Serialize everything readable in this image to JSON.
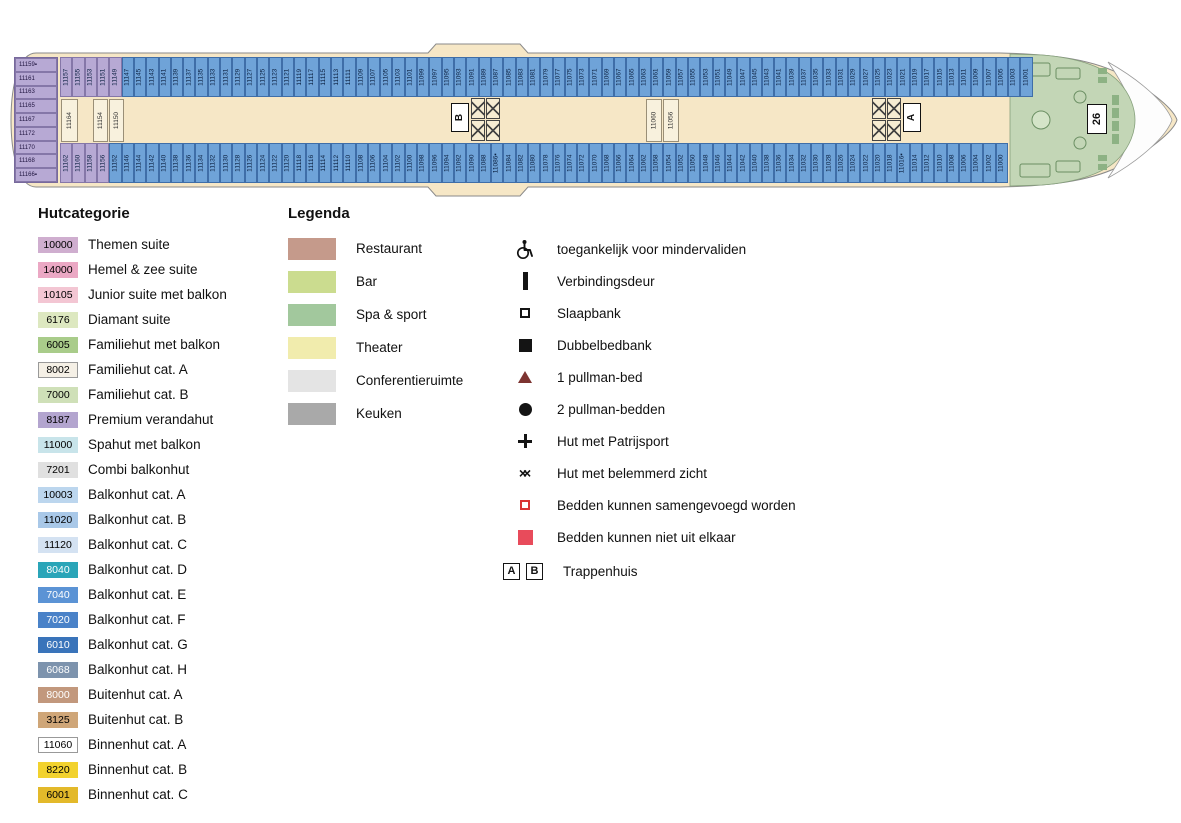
{
  "deck": {
    "stairwell_a": "A",
    "stairwell_b": "B",
    "bow_box_label": "26",
    "marked_cabins": [
      "11159",
      "11166",
      "11086",
      "11016"
    ],
    "cabins_stern": [
      "11159",
      "11161",
      "11163",
      "11165",
      "11167",
      "11172",
      "11170",
      "11168",
      "11166"
    ],
    "interior": [
      "11164",
      "11154",
      "11150",
      "11060",
      "11056"
    ],
    "cabins_top": [
      "11157",
      "11155",
      "11153",
      "11151",
      "11149",
      "11147",
      "11145",
      "11143",
      "11141",
      "11139",
      "11137",
      "11135",
      "11133",
      "11131",
      "11129",
      "11127",
      "11125",
      "11123",
      "11121",
      "11119",
      "11117",
      "11115",
      "11113",
      "11111",
      "11109",
      "11107",
      "11105",
      "11103",
      "11101",
      "11099",
      "11097",
      "11095",
      "11093",
      "11091",
      "11089",
      "11087",
      "11085",
      "11083",
      "11081",
      "11079",
      "11077",
      "11075",
      "11073",
      "11071",
      "11069",
      "11067",
      "11065",
      "11063",
      "11061",
      "11059",
      "11057",
      "11055",
      "11053",
      "11051",
      "11049",
      "11047",
      "11045",
      "11043",
      "11041",
      "11039",
      "11037",
      "11035",
      "11033",
      "11031",
      "11029",
      "11027",
      "11025",
      "11023",
      "11021",
      "11019",
      "11017",
      "11015",
      "11013",
      "11011",
      "11009",
      "11007",
      "11005",
      "11003",
      "11001"
    ],
    "cabins_bottom": [
      "11162",
      "11160",
      "11158",
      "11156",
      "11152",
      "11146",
      "11144",
      "11142",
      "11140",
      "11138",
      "11136",
      "11134",
      "11132",
      "11130",
      "11128",
      "11126",
      "11124",
      "11122",
      "11120",
      "11118",
      "11116",
      "11114",
      "11112",
      "11110",
      "11108",
      "11106",
      "11104",
      "11102",
      "11100",
      "11098",
      "11096",
      "11094",
      "11092",
      "11090",
      "11088",
      "11086",
      "11084",
      "11082",
      "11080",
      "11078",
      "11076",
      "11074",
      "11072",
      "11070",
      "11068",
      "11066",
      "11064",
      "11062",
      "11058",
      "11054",
      "11052",
      "11050",
      "11048",
      "11046",
      "11044",
      "11042",
      "11040",
      "11038",
      "11036",
      "11034",
      "11032",
      "11030",
      "11028",
      "11026",
      "11024",
      "11022",
      "11020",
      "11018",
      "11016",
      "11014",
      "11012",
      "11010",
      "11008",
      "11006",
      "11004",
      "11002",
      "11000"
    ],
    "colors": {
      "hull": "#f6e7c6",
      "cabin_blue": "#6fa3d8",
      "stern_lavender": "#b7a9d4",
      "spa_green": "#c3d6b6"
    }
  },
  "hutcategorie": {
    "title": "Hutcategorie",
    "items": [
      {
        "code": "10000",
        "label": "Themen suite",
        "bg": "#cfaecf",
        "fg": "#000"
      },
      {
        "code": "14000",
        "label": "Hemel & zee suite",
        "bg": "#eba8c4",
        "fg": "#000"
      },
      {
        "code": "10105",
        "label": "Junior suite met balkon",
        "bg": "#f3c6d3",
        "fg": "#000"
      },
      {
        "code": "6176",
        "label": "Diamant suite",
        "bg": "#dde8c0",
        "fg": "#000"
      },
      {
        "code": "6005",
        "label": "Familiehut met balkon",
        "bg": "#a9cc8a",
        "fg": "#000"
      },
      {
        "code": "8002",
        "label": "Familiehut cat. A",
        "bg": "#f5f0e6",
        "fg": "#000",
        "border": true
      },
      {
        "code": "7000",
        "label": "Familiehut cat. B",
        "bg": "#cfe0b8",
        "fg": "#000"
      },
      {
        "code": "8187",
        "label": "Premium verandahut",
        "bg": "#b3a5cf",
        "fg": "#000"
      },
      {
        "code": "11000",
        "label": "Spahut met balkon",
        "bg": "#c8e4ea",
        "fg": "#000"
      },
      {
        "code": "7201",
        "label": "Combi balkonhut",
        "bg": "#e0e0e0",
        "fg": "#000"
      },
      {
        "code": "10003",
        "label": "Balkonhut cat. A",
        "bg": "#bcd6ee",
        "fg": "#000"
      },
      {
        "code": "11020",
        "label": "Balkonhut cat. B",
        "bg": "#a9c8e8",
        "fg": "#000"
      },
      {
        "code": "11120",
        "label": "Balkonhut cat. C",
        "bg": "#d4e2f2",
        "fg": "#000"
      },
      {
        "code": "8040",
        "label": "Balkonhut cat. D",
        "bg": "#2aa5b8",
        "fg": "#fff"
      },
      {
        "code": "7040",
        "label": "Balkonhut cat. E",
        "bg": "#5b93d5",
        "fg": "#fff"
      },
      {
        "code": "7020",
        "label": "Balkonhut cat. F",
        "bg": "#4a82c8",
        "fg": "#fff"
      },
      {
        "code": "6010",
        "label": "Balkonhut cat. G",
        "bg": "#3a74ba",
        "fg": "#fff"
      },
      {
        "code": "6068",
        "label": "Balkonhut cat. H",
        "bg": "#7d93ad",
        "fg": "#fff"
      },
      {
        "code": "8000",
        "label": "Buitenhut cat. A",
        "bg": "#c2987d",
        "fg": "#fff"
      },
      {
        "code": "3125",
        "label": "Buitenhut cat. B",
        "bg": "#cfa678",
        "fg": "#000"
      },
      {
        "code": "11060",
        "label": "Binnenhut cat. A",
        "bg": "#ffffff",
        "fg": "#000",
        "border": true
      },
      {
        "code": "8220",
        "label": "Binnenhut cat. B",
        "bg": "#f2d22e",
        "fg": "#000"
      },
      {
        "code": "6001",
        "label": "Binnenhut cat. C",
        "bg": "#e3b92a",
        "fg": "#000"
      }
    ]
  },
  "legenda": {
    "title": "Legenda",
    "areas": [
      {
        "label": "Restaurant",
        "color": "#c59a8b"
      },
      {
        "label": "Bar",
        "color": "#cbdc8f"
      },
      {
        "label": "Spa & sport",
        "color": "#a2c89d"
      },
      {
        "label": "Theater",
        "color": "#f1ecad"
      },
      {
        "label": "Conferentieruimte",
        "color": "#e4e4e4"
      },
      {
        "label": "Keuken",
        "color": "#a9a9a9"
      }
    ],
    "symbols": [
      {
        "icon": "wheelchair-icon",
        "label": "toegankelijk voor mindervaliden"
      },
      {
        "icon": "connecting-door-icon",
        "label": "Verbindingsdeur"
      },
      {
        "icon": "sofa-bed-icon",
        "label": "Slaapbank"
      },
      {
        "icon": "double-sofa-bed-icon",
        "label": "Dubbelbedbank"
      },
      {
        "icon": "pullman-1-icon",
        "label": "1 pullman-bed"
      },
      {
        "icon": "pullman-2-icon",
        "label": "2 pullman-bedden"
      },
      {
        "icon": "porthole-icon",
        "label": "Hut met Patrijsport"
      },
      {
        "icon": "obstructed-view-icon",
        "label": "Hut met belemmerd zicht"
      },
      {
        "icon": "beds-joinable-icon",
        "label": "Bedden kunnen samengevoegd worden"
      },
      {
        "icon": "beds-fixed-icon",
        "label": "Bedden kunnen niet uit elkaar"
      }
    ],
    "stairwell": {
      "a": "A",
      "b": "B",
      "label": "Trappenhuis"
    }
  }
}
